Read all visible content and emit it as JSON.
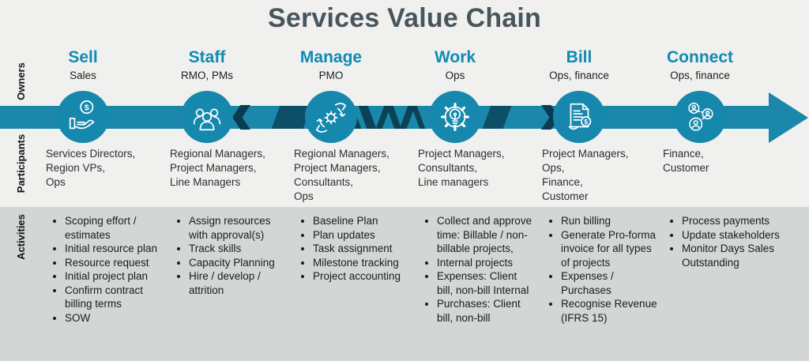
{
  "title": "Services Value Chain",
  "row_labels": {
    "owners": "Owners",
    "participants": "Participants",
    "activities": "Activities"
  },
  "colors": {
    "timeline_teal": "#1b87ab",
    "circle_teal": "#1688ad",
    "dark_teal_pattern": "#0d4f66",
    "chevron_dark": "#0a3c50",
    "header_teal": "#0e8ab4",
    "title_gray": "#47565c",
    "background_light": "#f0f0ee",
    "background_activities": "#d2d6d4"
  },
  "timeline": {
    "arrowhead_icon": "arrow-right-head-icon",
    "chevron_icons": [
      "chevron-left-icon",
      "chevron-right-icon"
    ]
  },
  "columns": [
    {
      "name": "Sell",
      "owner": "Sales",
      "icon": "hand-coin-icon",
      "participants": "Services Directors,\nRegion VPs,\nOps",
      "activities": [
        "Scoping effort / estimates",
        "Initial resource plan",
        "Resource request",
        "Initial project plan",
        "Confirm contract billing terms",
        "SOW"
      ]
    },
    {
      "name": "Staff",
      "owner": "RMO, PMs",
      "icon": "team-icon",
      "participants": "Regional Managers,\nProject Managers,\nLine Managers",
      "activities": [
        "Assign resources with approval(s)",
        "Track skills",
        "Capacity Planning",
        "Hire / develop / attrition"
      ]
    },
    {
      "name": "Manage",
      "owner": "PMO",
      "icon": "hands-gear-icon",
      "participants": "Regional Managers,\nProject Managers,\nConsultants,\nOps",
      "activities": [
        "Baseline Plan",
        "Plan updates",
        "Task assignment",
        "Milestone tracking",
        "Project accounting"
      ]
    },
    {
      "name": "Work",
      "owner": "Ops",
      "icon": "gear-bulb-icon",
      "participants": "Project Managers,\nConsultants,\nLine managers",
      "activities": [
        "Collect and approve time: Billable / non-billable projects,",
        "Internal projects",
        "Expenses: Client bill, non-bill Internal",
        "Purchases: Client bill, non-bill"
      ]
    },
    {
      "name": "Bill",
      "owner": "Ops, finance",
      "icon": "invoice-icon",
      "participants": "Project Managers,\nOps,\nFinance,\nCustomer",
      "activities": [
        "Run billing",
        "Generate Pro-forma invoice for all types of projects",
        "Expenses / Purchases",
        "Recognise Revenue (IFRS 15)"
      ]
    },
    {
      "name": "Connect",
      "owner": "Ops, finance",
      "icon": "network-people-icon",
      "participants": "Finance,\nCustomer",
      "activities": [
        "Process payments",
        "Update stakeholders",
        "Monitor Days Sales Outstanding"
      ]
    }
  ]
}
